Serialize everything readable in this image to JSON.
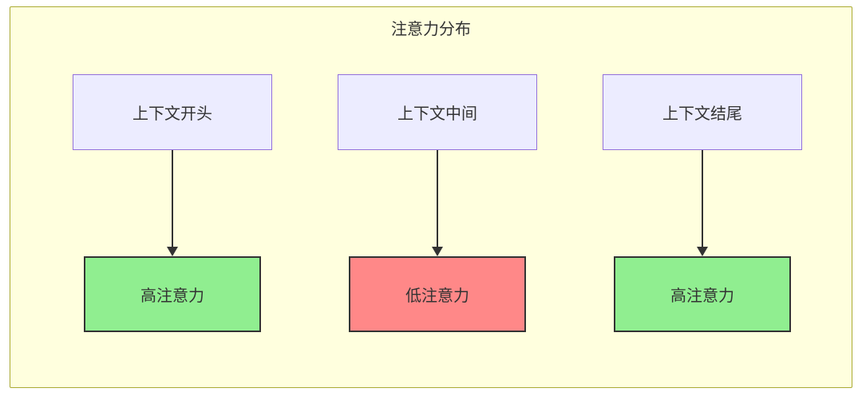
{
  "diagram": {
    "title": "注意力分布",
    "colors": {
      "container_bg": "#ffffde",
      "container_border": "#aaaa33",
      "source_node_bg": "#ececff",
      "source_node_border": "#9370db",
      "high_attention_bg": "#90ee90",
      "low_attention_bg": "#ff8888",
      "result_node_border": "#333333",
      "arrow_color": "#333333",
      "text_color": "#333333"
    },
    "columns": [
      {
        "source": "上下文开头",
        "result": "高注意力",
        "result_level": "high"
      },
      {
        "source": "上下文中间",
        "result": "低注意力",
        "result_level": "low"
      },
      {
        "source": "上下文结尾",
        "result": "高注意力",
        "result_level": "high"
      }
    ]
  }
}
